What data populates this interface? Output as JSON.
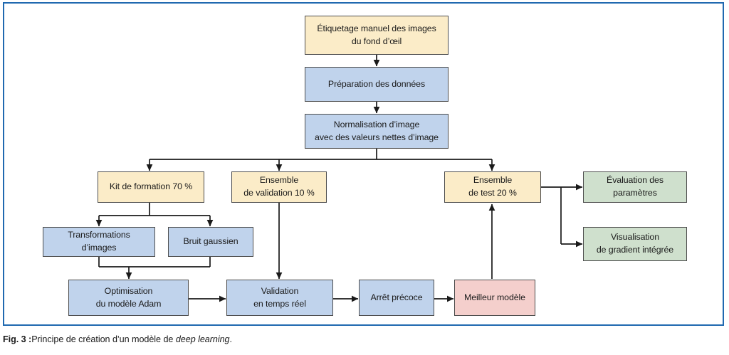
{
  "figure": {
    "caption_label": "Fig. 3 :",
    "caption_text_before": "Principe de création d’un modèle de ",
    "caption_emphasis": "deep learning",
    "caption_text_after": ".",
    "frame_color": "#2069b0"
  },
  "palette": {
    "cream": "#fbecc8",
    "blue": "#c0d3ec",
    "green": "#cfe0cd",
    "pink": "#f4cfcc",
    "border": "#4d4d4d",
    "connector": "#1a1a1a"
  },
  "nodes": {
    "etiquetage": {
      "line1": "Étiquetage manuel des images",
      "line2": "du fond d’œil",
      "color": "cream"
    },
    "preparation": {
      "line1": "Préparation des données",
      "line2": "",
      "color": "blue"
    },
    "normalisation": {
      "line1": "Normalisation d’image",
      "line2": "avec des valeurs nettes d’image",
      "color": "blue"
    },
    "kit_formation": {
      "line1": "Kit de formation 70 %",
      "line2": "",
      "color": "cream"
    },
    "ensemble_validation": {
      "line1": "Ensemble",
      "line2": "de validation 10 %",
      "color": "cream"
    },
    "ensemble_test": {
      "line1": "Ensemble",
      "line2": "de test 20 %",
      "color": "cream"
    },
    "evaluation": {
      "line1": "Évaluation des",
      "line2": "paramètres",
      "color": "green"
    },
    "visualisation": {
      "line1": "Visualisation",
      "line2": "de gradient intégrée",
      "color": "green"
    },
    "transformations": {
      "line1": "Transformations",
      "line2": "d’images",
      "color": "blue"
    },
    "bruit": {
      "line1": "Bruit gaussien",
      "line2": "",
      "color": "blue"
    },
    "optimisation": {
      "line1": "Optimisation",
      "line2": "du modèle Adam",
      "color": "blue"
    },
    "validation_temps_reel": {
      "line1": "Validation",
      "line2": "en temps réel",
      "color": "blue"
    },
    "arret": {
      "line1": "Arrêt précoce",
      "line2": "",
      "color": "blue"
    },
    "meilleur": {
      "line1": "Meilleur modèle",
      "line2": "",
      "color": "pink"
    }
  },
  "edges": [
    {
      "from": "etiquetage",
      "to": "preparation"
    },
    {
      "from": "preparation",
      "to": "normalisation"
    },
    {
      "from": "normalisation",
      "to": "kit_formation"
    },
    {
      "from": "normalisation",
      "to": "ensemble_validation"
    },
    {
      "from": "normalisation",
      "to": "ensemble_test"
    },
    {
      "from": "kit_formation",
      "to": "transformations"
    },
    {
      "from": "kit_formation",
      "to": "bruit"
    },
    {
      "from": "transformations",
      "to": "optimisation"
    },
    {
      "from": "bruit",
      "to": "optimisation"
    },
    {
      "from": "optimisation",
      "to": "validation_temps_reel"
    },
    {
      "from": "ensemble_validation",
      "to": "validation_temps_reel"
    },
    {
      "from": "validation_temps_reel",
      "to": "arret"
    },
    {
      "from": "arret",
      "to": "meilleur"
    },
    {
      "from": "meilleur",
      "to": "ensemble_test"
    },
    {
      "from": "ensemble_test",
      "to": "evaluation"
    },
    {
      "from": "ensemble_test",
      "to": "visualisation"
    }
  ]
}
